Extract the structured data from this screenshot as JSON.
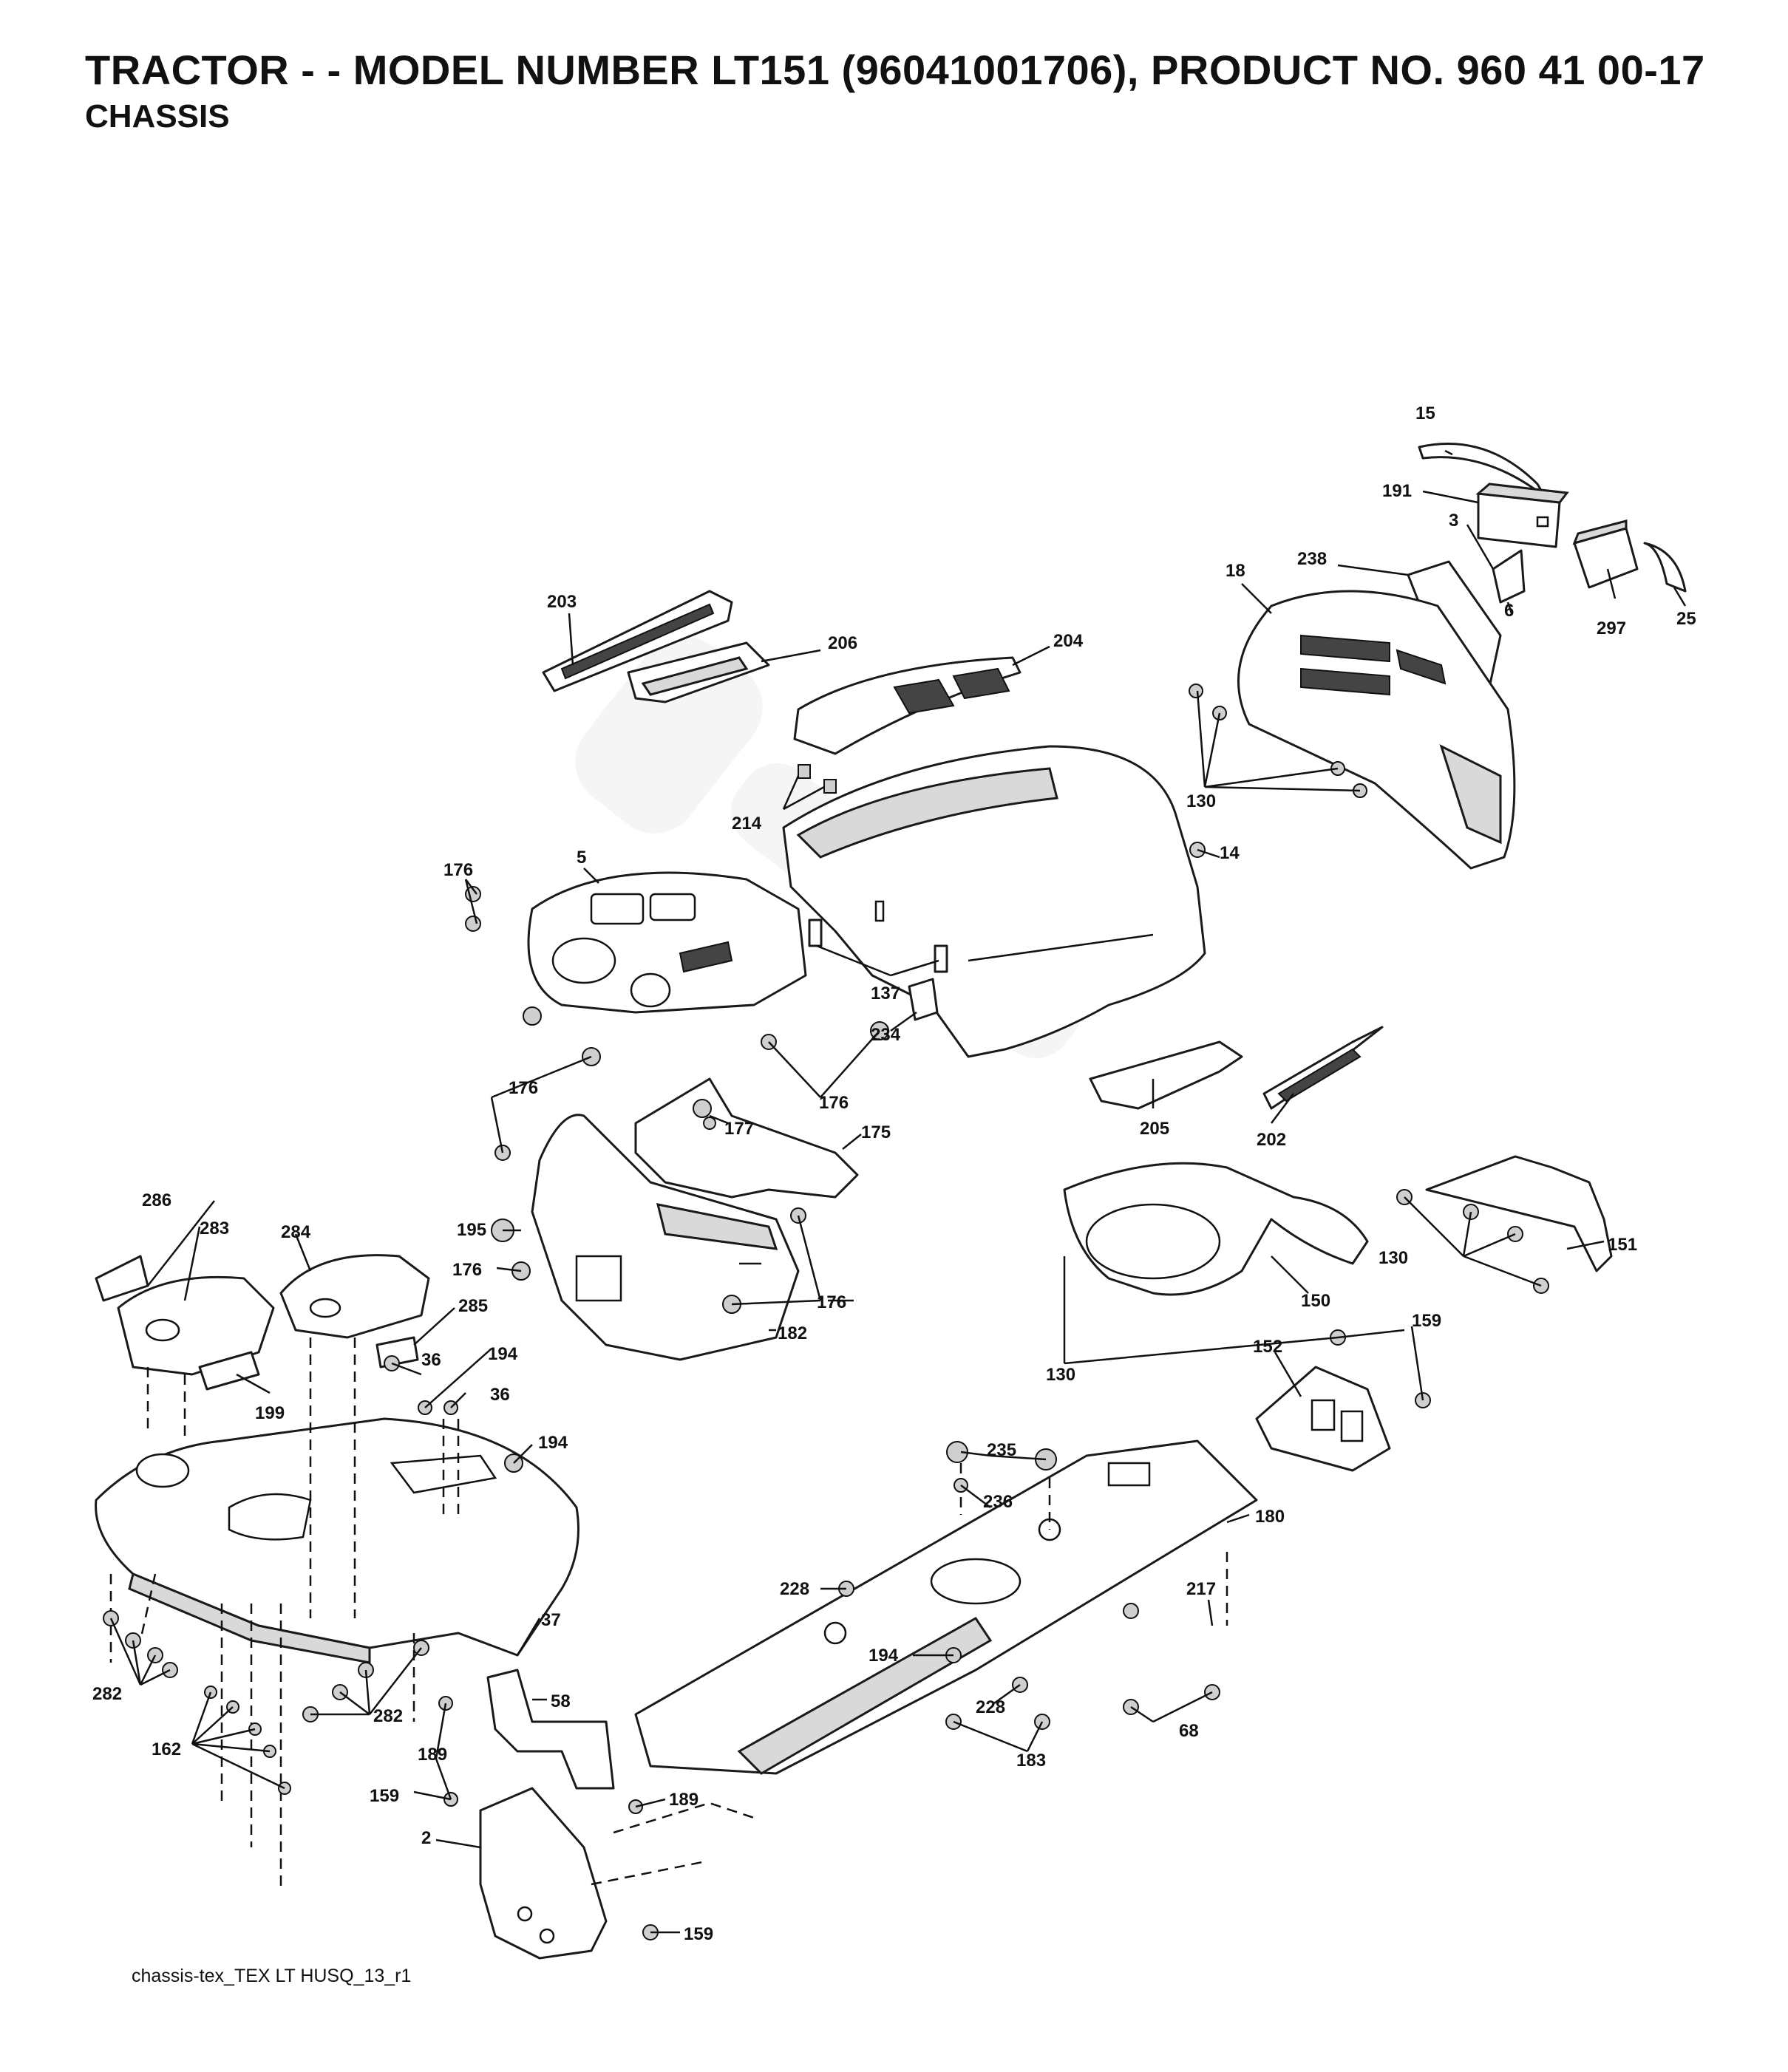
{
  "header": {
    "title": "TRACTOR - - MODEL NUMBER LT151 (96041001706), PRODUCT NO. 960 41 00-17",
    "subtitle": "CHASSIS"
  },
  "footer": {
    "drawing_id": "chassis-tex_TEX LT HUSQ_13_r1"
  },
  "callouts": [
    "15",
    "191",
    "3",
    "6",
    "297",
    "25",
    "238",
    "18",
    "130",
    "203",
    "206",
    "204",
    "214",
    "14",
    "5",
    "176",
    "137",
    "234",
    "202",
    "205",
    "177",
    "175",
    "195",
    "182",
    "150",
    "151",
    "286",
    "283",
    "284",
    "285",
    "199",
    "36",
    "194",
    "152",
    "159",
    "235",
    "236",
    "180",
    "228",
    "217",
    "37",
    "282",
    "162",
    "58",
    "189",
    "183",
    "68",
    "2"
  ]
}
